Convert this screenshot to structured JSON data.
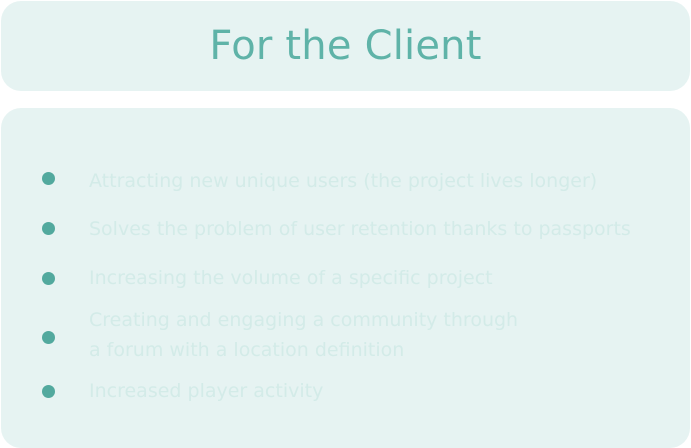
{
  "header": {
    "title": "For the Client"
  },
  "benefits": {
    "items": [
      {
        "line1": "Attracting new unique users (the project lives longer)"
      },
      {
        "line1": "Solves the problem of user retention thanks to passports"
      },
      {
        "line1": "Increasing the volume of a specific project"
      },
      {
        "line1": "Creating and engaging a community through",
        "line2": "a forum with a location definition"
      },
      {
        "line1": "Increased player activity"
      }
    ]
  },
  "colors": {
    "card_background": "#e6f3f2",
    "accent": "#5fb3a8",
    "bullet": "#52a99e",
    "text_faded": "#d3ebe8"
  }
}
